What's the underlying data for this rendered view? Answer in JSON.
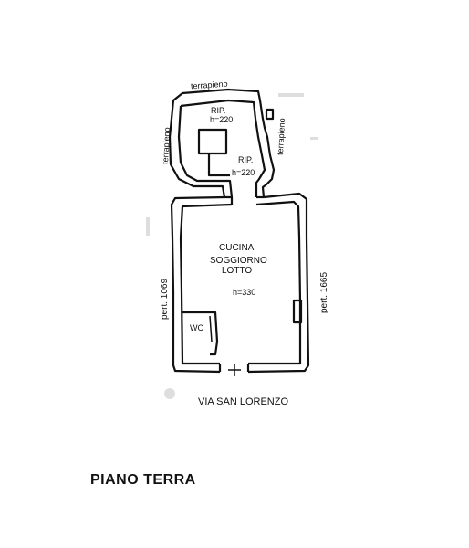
{
  "plan": {
    "labels": {
      "terrapieno_top": "terrapieno",
      "terrapieno_left": "terrapieno",
      "terrapieno_right": "terrapieno",
      "rip_upper": "RIP.",
      "rip_upper_h": "h=220",
      "rip_lower": "RIP.",
      "rip_lower_h": "h=220",
      "room_line1": "CUCINA",
      "room_line2": "SOGGIORNO",
      "room_line3": "LOTTO",
      "room_h": "h=330",
      "wc": "WC",
      "pert_left": "pert. 1069",
      "pert_right": "pert. 1665",
      "street": "VIA SAN LORENZO"
    },
    "title": "PIANO TERRA"
  }
}
